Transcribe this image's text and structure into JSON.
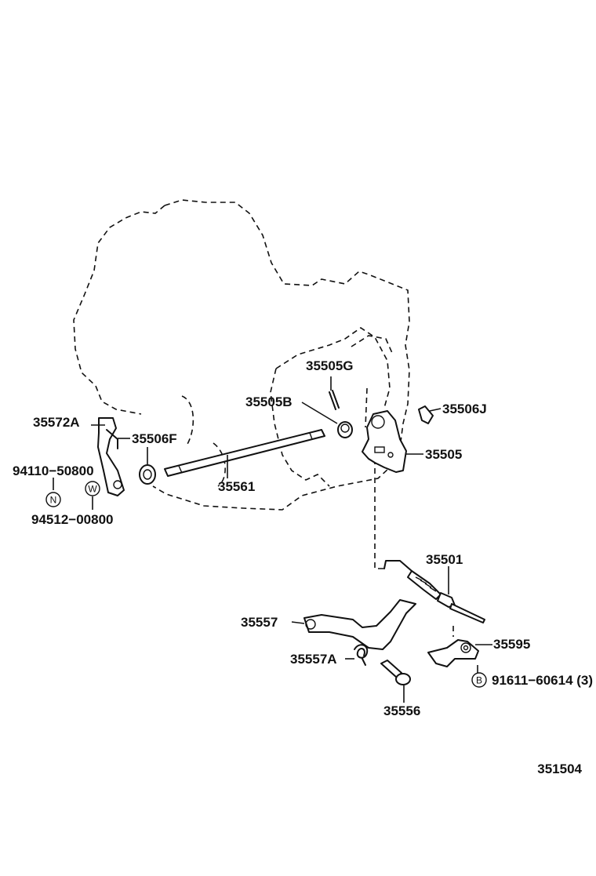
{
  "figure_code": "351504",
  "parts": {
    "p35572A": "35572A",
    "p35506F": "35506F",
    "p94110": "94110−50800",
    "p94512": "94512−00800",
    "p35561": "35561",
    "p35505B": "35505B",
    "p35505G": "35505G",
    "p35506J": "35506J",
    "p35505": "35505",
    "p35501": "35501",
    "p35557": "35557",
    "p35557A": "35557A",
    "p35556": "35556",
    "p35595": "35595",
    "p91611": "91611−60614 (3)"
  },
  "symbols": {
    "n": "N",
    "w": "W",
    "b": "B"
  }
}
